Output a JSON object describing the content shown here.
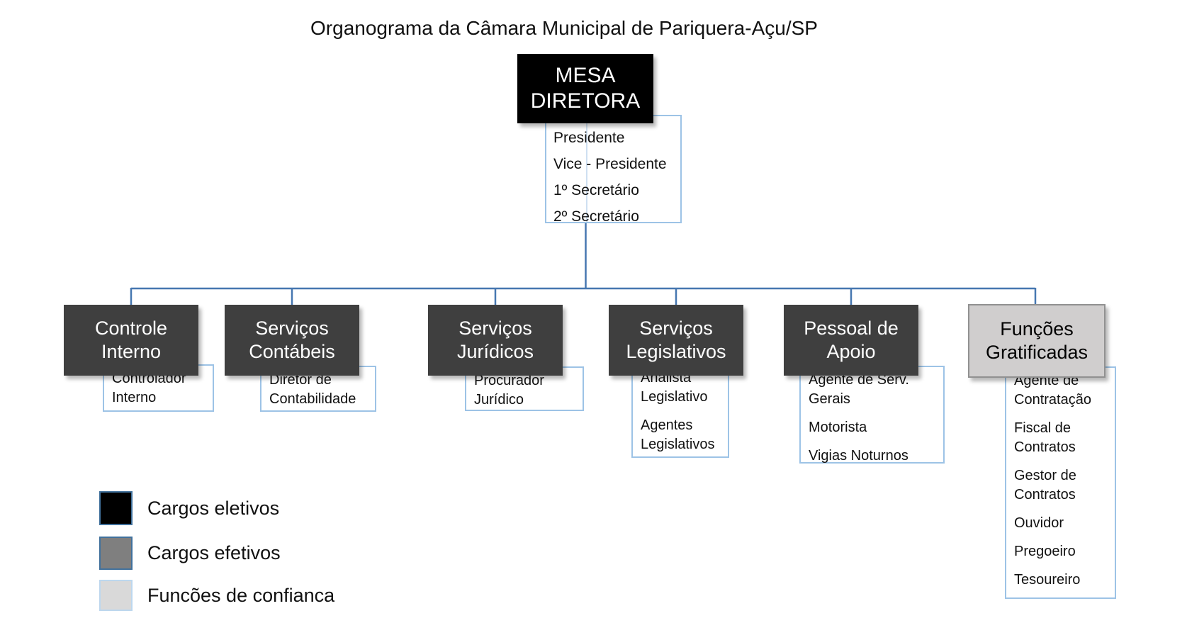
{
  "title": "Organograma da Câmara Municipal de Pariquera-Açu/SP",
  "root": {
    "label": "MESA DIRETORA",
    "members": [
      "Presidente",
      "Vice - Presidente",
      "1º Secretário",
      "2º Secretário"
    ]
  },
  "departments": [
    {
      "label": "Controle Interno",
      "category": "Cargos efetivos",
      "positions": [
        "Controlador Interno"
      ]
    },
    {
      "label": "Serviços Contábeis",
      "category": "Cargos efetivos",
      "positions": [
        "Diretor de Contabilidade"
      ]
    },
    {
      "label": "Serviços Jurídicos",
      "category": "Cargos efetivos",
      "positions": [
        "Procurador Jurídico"
      ]
    },
    {
      "label": "Serviços Legislativos",
      "category": "Cargos efetivos",
      "positions": [
        "Analista Legislativo",
        "Agentes Legislativos"
      ]
    },
    {
      "label": "Pessoal de Apoio",
      "category": "Cargos efetivos",
      "positions": [
        "Agente de Serv. Gerais",
        "Motorista",
        "Vigias Noturnos"
      ]
    },
    {
      "label": "Funções Gratificadas",
      "category": "Funcões de confianca",
      "positions": [
        "Agente de Contratação",
        "Fiscal de Contratos",
        "Gestor de Contratos",
        "Ouvidor",
        "Pregoeiro",
        "Tesoureiro"
      ]
    }
  ],
  "legend": {
    "items": [
      {
        "label": "Cargos eletivos",
        "fill": "#000000",
        "border": "#41719C"
      },
      {
        "label": "Cargos efetivos",
        "fill": "#7F7F7F",
        "border": "#41719C"
      },
      {
        "label": "Funcões de confianca",
        "fill": "#D9D9D9",
        "border": "#BDD7EE"
      }
    ]
  },
  "colors": {
    "elective_box": "#000000",
    "effective_box": "#3F3F3F",
    "trust_box": "#D0CECE",
    "connector_line": "#4677B0",
    "list_box_border": "#9DC3E6"
  }
}
